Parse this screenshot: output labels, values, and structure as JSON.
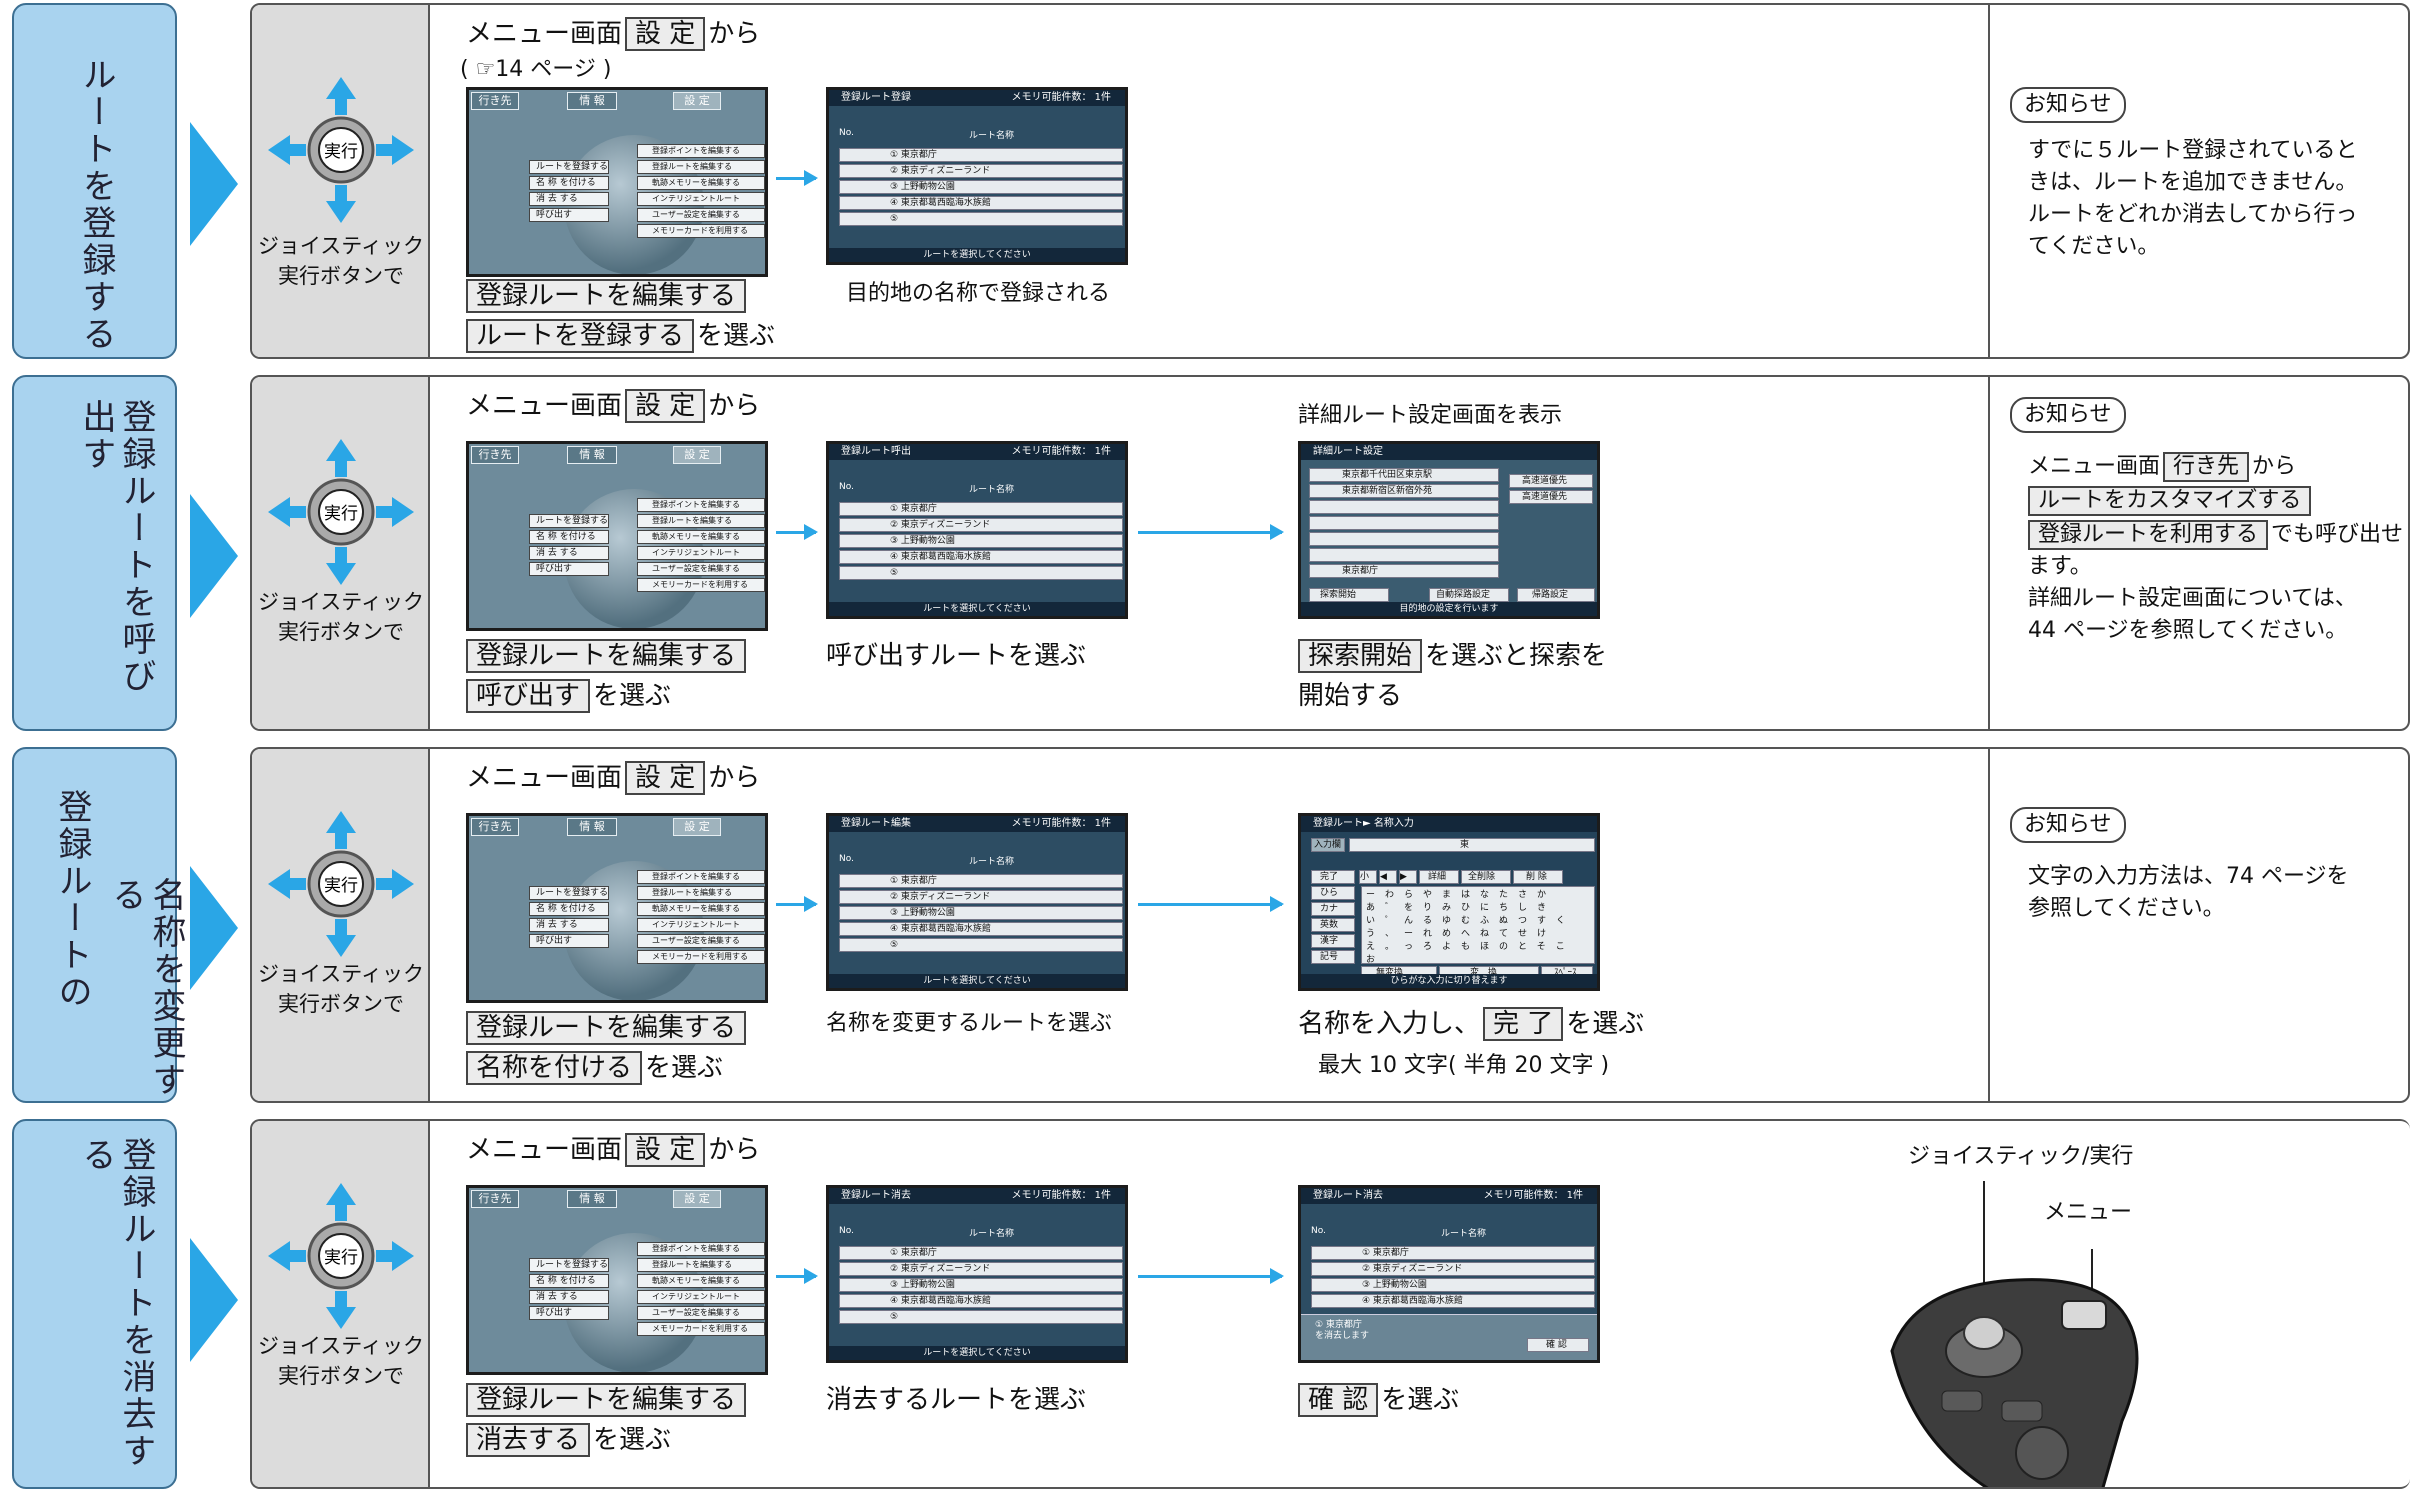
{
  "joystick": {
    "label": "実行",
    "caption_line1": "ジョイスティック",
    "caption_line2": "実行ボタンで"
  },
  "menu_screen": {
    "tabs": [
      "行き先",
      "情 報",
      "設 定"
    ],
    "left_items": [
      "ルートを登録する",
      "名 称 を付ける",
      "消 去 する",
      "呼び出す"
    ],
    "right_items": [
      "登録ポイントを編集する",
      "登録ルートを編集する",
      "軌跡メモリーを編集する",
      "インテリジェントルート",
      "ユーザー設定を編集する",
      "メモリーカードを利用する"
    ]
  },
  "route_list": {
    "col_no": "No.",
    "col_name": "ルート名称",
    "items": [
      "① 東京都庁",
      "② 東京ディズニーランド",
      "③ 上野動物公園",
      "④ 東京都葛西臨海水族館",
      "⑤"
    ],
    "memory": "メモリ可能件数： 1件",
    "footer": "ルートを選択してください"
  },
  "sections": [
    {
      "tab": [
        "ルートを登録する"
      ],
      "step1_prefix": "メニュー画面",
      "step1_box": "設 定",
      "step1_suffix": "から",
      "step1_ref": "( ☞14 ページ )",
      "step2_box": "登録ルートを編集する",
      "step3_box": "ルートを登録する",
      "step3_suffix": "を選ぶ",
      "screen_title": "登録ルート登録",
      "caption": "目的地の名称で登録される",
      "notice": "お知らせ",
      "notes": [
        "すでに５ルート登録されていると",
        "きは、ルートを追加できません。",
        "ルートをどれか消去してから行っ",
        "てください。"
      ]
    },
    {
      "tab": [
        "登録ルートを呼び出す"
      ],
      "step1_prefix": "メニュー画面",
      "step1_box": "設 定",
      "step1_suffix": "から",
      "step2_box": "登録ルートを編集する",
      "step3_box": "呼び出す",
      "step3_suffix": "を選ぶ",
      "screen_title": "登録ルート呼出",
      "caption": "呼び出すルートを選ぶ",
      "detail_title": "詳細ルート設定画面を表示",
      "detail_screen": {
        "hdr": "詳細ルート設定",
        "rows": [
          "東京都千代田区東京駅",
          "東京都新宿区新宿外苑",
          "",
          "",
          "",
          "",
          "東京都庁"
        ],
        "side": [
          "高速道優先",
          "高速道優先"
        ],
        "buttons": [
          "探索開始",
          "自動探路設定",
          "帰路設定"
        ],
        "foot": "目的地の設定を行います"
      },
      "caption2_box": "探索開始",
      "caption2_suffix": "を選ぶと探索を",
      "caption2_line2": "開始する",
      "notice": "お知らせ",
      "notes_line1_prefix": "メニュー画面",
      "notes_line1_box": "行き先",
      "notes_line1_suffix": "から",
      "notes_box2": "ルートをカスタマイズする",
      "notes_box3": "登録ルートを利用する",
      "notes_line3_suffix": "でも呼び出せ",
      "notes_rest": [
        "ます。",
        "詳細ルート設定画面については、",
        "44 ページを参照してください。"
      ]
    },
    {
      "tab_col1": "名称を変更する",
      "tab_col2": "登録ルートの",
      "step1_prefix": "メニュー画面",
      "step1_box": "設 定",
      "step1_suffix": "から",
      "step2_box": "登録ルートを編集する",
      "step3_box": "名称を付ける",
      "step3_suffix": "を選ぶ",
      "screen_title": "登録ルート編集",
      "caption": "名称を変更するルートを選ぶ",
      "kb_screen": {
        "hdr": "登録ルート► 名称入力",
        "input_label": "入力欄",
        "input_value": "東",
        "side": [
          "完了",
          "ひら",
          "カナ",
          "英数",
          "漢字",
          "記号"
        ],
        "keys": "ーわらやまはなたさかあ゛をりみひにちしきい゜んるゆむふぬつすくう、ーれめへねてせけえ。っろよもほのとそこお",
        "foot": "ひらがな入力に切り替えます",
        "bottom": [
          "無変換",
          "変　換",
          "ｽﾍﾟｰｽ"
        ],
        "top": [
          "小",
          "◀",
          "▶",
          "詳細",
          "全削除",
          "削 除"
        ]
      },
      "caption2_prefix": "名称を入力し、",
      "caption2_box": "完 了",
      "caption2_suffix": "を選ぶ",
      "caption3": "最大 10 文字( 半角 20 文字 )",
      "notice": "お知らせ",
      "notes": [
        "文字の入力方法は、74 ページを",
        "参照してください。"
      ]
    },
    {
      "tab": [
        "登録ルートを消去する"
      ],
      "step1_prefix": "メニュー画面",
      "step1_box": "設 定",
      "step1_suffix": "から",
      "step2_box": "登録ルートを編集する",
      "step3_box": "消去する",
      "step3_suffix": "を選ぶ",
      "screen_title": "登録ルート消去",
      "caption": "消去するルートを選ぶ",
      "confirm_screen": {
        "msg1": "① 東京都庁",
        "msg2": "を消去します",
        "btn": "確 認"
      },
      "caption2_box": "確 認",
      "caption2_suffix": "を選ぶ",
      "remote_label1": "ジョイスティック/実行",
      "remote_label2": "メニュー"
    }
  ]
}
